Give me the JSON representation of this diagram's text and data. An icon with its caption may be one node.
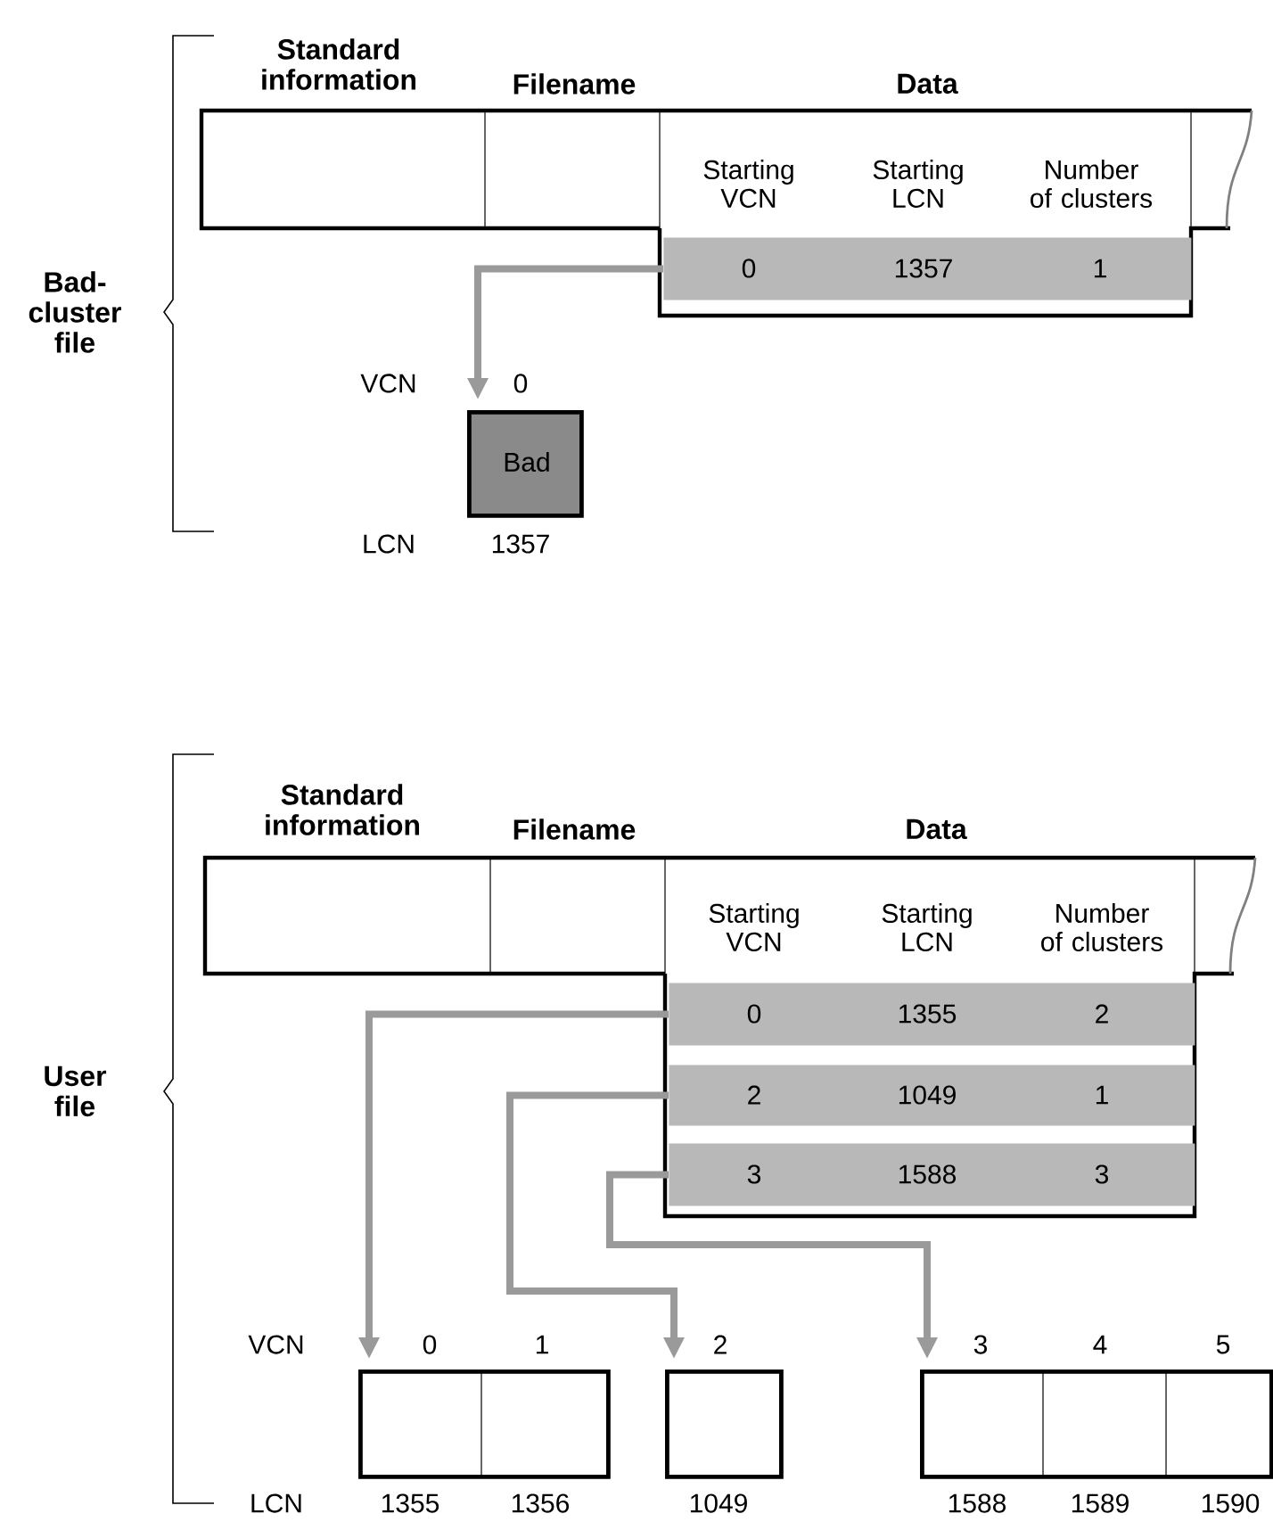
{
  "diagram": {
    "nodes": [
      {
        "text": [
          "0",
          "1357",
          "1"
        ]
      },
      {
        "text": [
          "Bad"
        ]
      },
      {
        "text": [
          "0",
          "1355",
          "2"
        ]
      },
      {
        "text": [
          "2",
          "1049",
          "1"
        ]
      },
      {
        "text": [
          "3",
          "1588",
          "3"
        ]
      },
      {
        "text": [],
        "shape": "box"
      },
      {
        "text": [],
        "shape": "box"
      },
      {
        "text": [],
        "shape": "box"
      }
    ],
    "edges": [
      {
        "from": 0,
        "to": 1,
        "arrow": "to"
      },
      {
        "from": 2,
        "to": 5,
        "arrow": "to"
      },
      {
        "from": 3,
        "to": 6,
        "arrow": "to"
      },
      {
        "from": 4,
        "to": 7,
        "arrow": "to"
      }
    ],
    "labels": [
      "Standard information",
      "Filename",
      "Data",
      "Bad-cluster file",
      "Starting VCN",
      "Starting LCN",
      "Number of clusters",
      "VCN",
      "0",
      "LCN",
      "1357",
      "Standard information",
      "Filename",
      "Data",
      "User file",
      "Starting VCN",
      "Starting LCN",
      "Number of clusters",
      "VCN",
      "0",
      "1",
      "2",
      "3",
      "4",
      "5",
      "LCN",
      "1355",
      "1356",
      "1049",
      "1588",
      "1589",
      "1590"
    ]
  }
}
